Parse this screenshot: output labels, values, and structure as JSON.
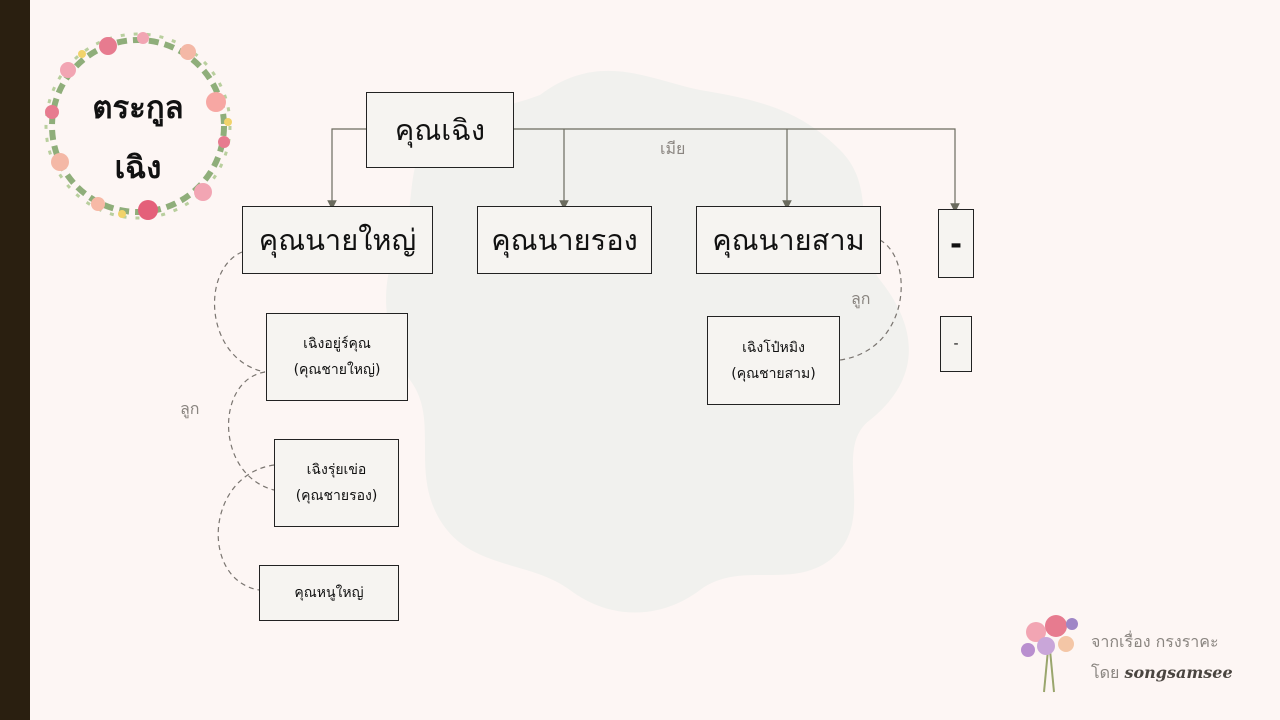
{
  "title": {
    "line1": "ตระกูล",
    "line2": "เฉิง"
  },
  "root": "คุณเฉิง",
  "children": [
    "คุณนายใหญ่",
    "คุณนายรอง",
    "คุณนายสาม",
    "-"
  ],
  "grandchildren": {
    "first_wife": [
      {
        "name": "เฉิงอยู่ร์คุณ",
        "role": "(คุณชายใหญ่)"
      },
      {
        "name": "เฉิงรุ่ยเข่อ",
        "role": "(คุณชายรอง)"
      },
      {
        "name": "คุณหนูใหญ่",
        "role": ""
      }
    ],
    "third_wife": {
      "name": "เฉิงโป๋หมิง",
      "role": "(คุณชายสาม)"
    },
    "fourth": "-"
  },
  "labels": {
    "wife": "เมีย",
    "child_left": "ลูก",
    "child_right": "ลูก"
  },
  "credit": {
    "line1": "จากเรื่อง กรงราคะ",
    "by": "โดย",
    "author": "songsamsee"
  },
  "colors": {
    "background": "#fdf6f4",
    "sidebar": "#2a1f10",
    "blob": "#eef0ec",
    "line": "#6b6b5e"
  }
}
